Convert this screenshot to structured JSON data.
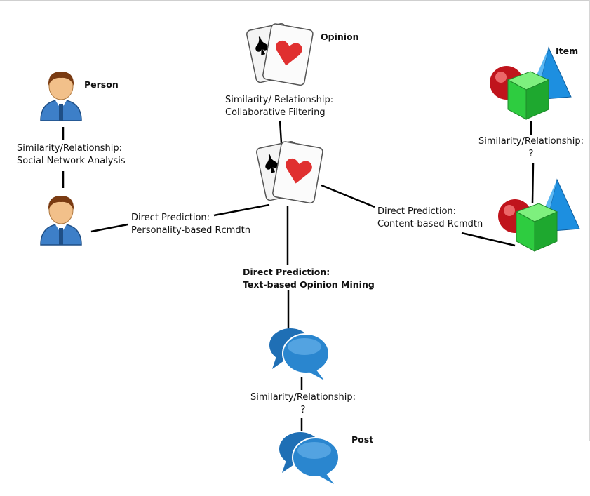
{
  "nodes": {
    "person_top": {
      "title": "Person"
    },
    "opinion_top": {
      "title": "Opinion"
    },
    "item_top": {
      "title": "Item"
    },
    "post_bottom": {
      "title": "Post"
    }
  },
  "edges": {
    "person_person": {
      "line1": "Similarity/Relationship:",
      "line2": "Social Network Analysis"
    },
    "opinion_opinion": {
      "line1": "Similarity/ Relationship:",
      "line2": "Collaborative Filtering"
    },
    "item_item": {
      "line1": "Similarity/Relationship:",
      "line2": "?"
    },
    "person_opinion": {
      "line1": "Direct Prediction:",
      "line2": "Personality-based Rcmdtn"
    },
    "item_opinion": {
      "line1": "Direct Prediction:",
      "line2": "Content-based Rcmdtn"
    },
    "post_opinion": {
      "line1": "Direct Prediction:",
      "line2": "Text-based Opinion Mining"
    },
    "post_post": {
      "line1": "Similarity/Relationship:",
      "line2": "?"
    }
  },
  "colors": {
    "line": "#000000",
    "person_shirt": "#3d7fc8",
    "person_hair": "#7a3b12",
    "card_heart": "#e03030",
    "cube_green": "#2ecc40",
    "sphere_red": "#c0141c",
    "pyramid_blue": "#1d8fe0",
    "bubble_blue": "#2a86cf"
  },
  "icons": [
    "person-icon",
    "playing-cards-icon",
    "item-shapes-icon",
    "speech-bubbles-icon"
  ]
}
